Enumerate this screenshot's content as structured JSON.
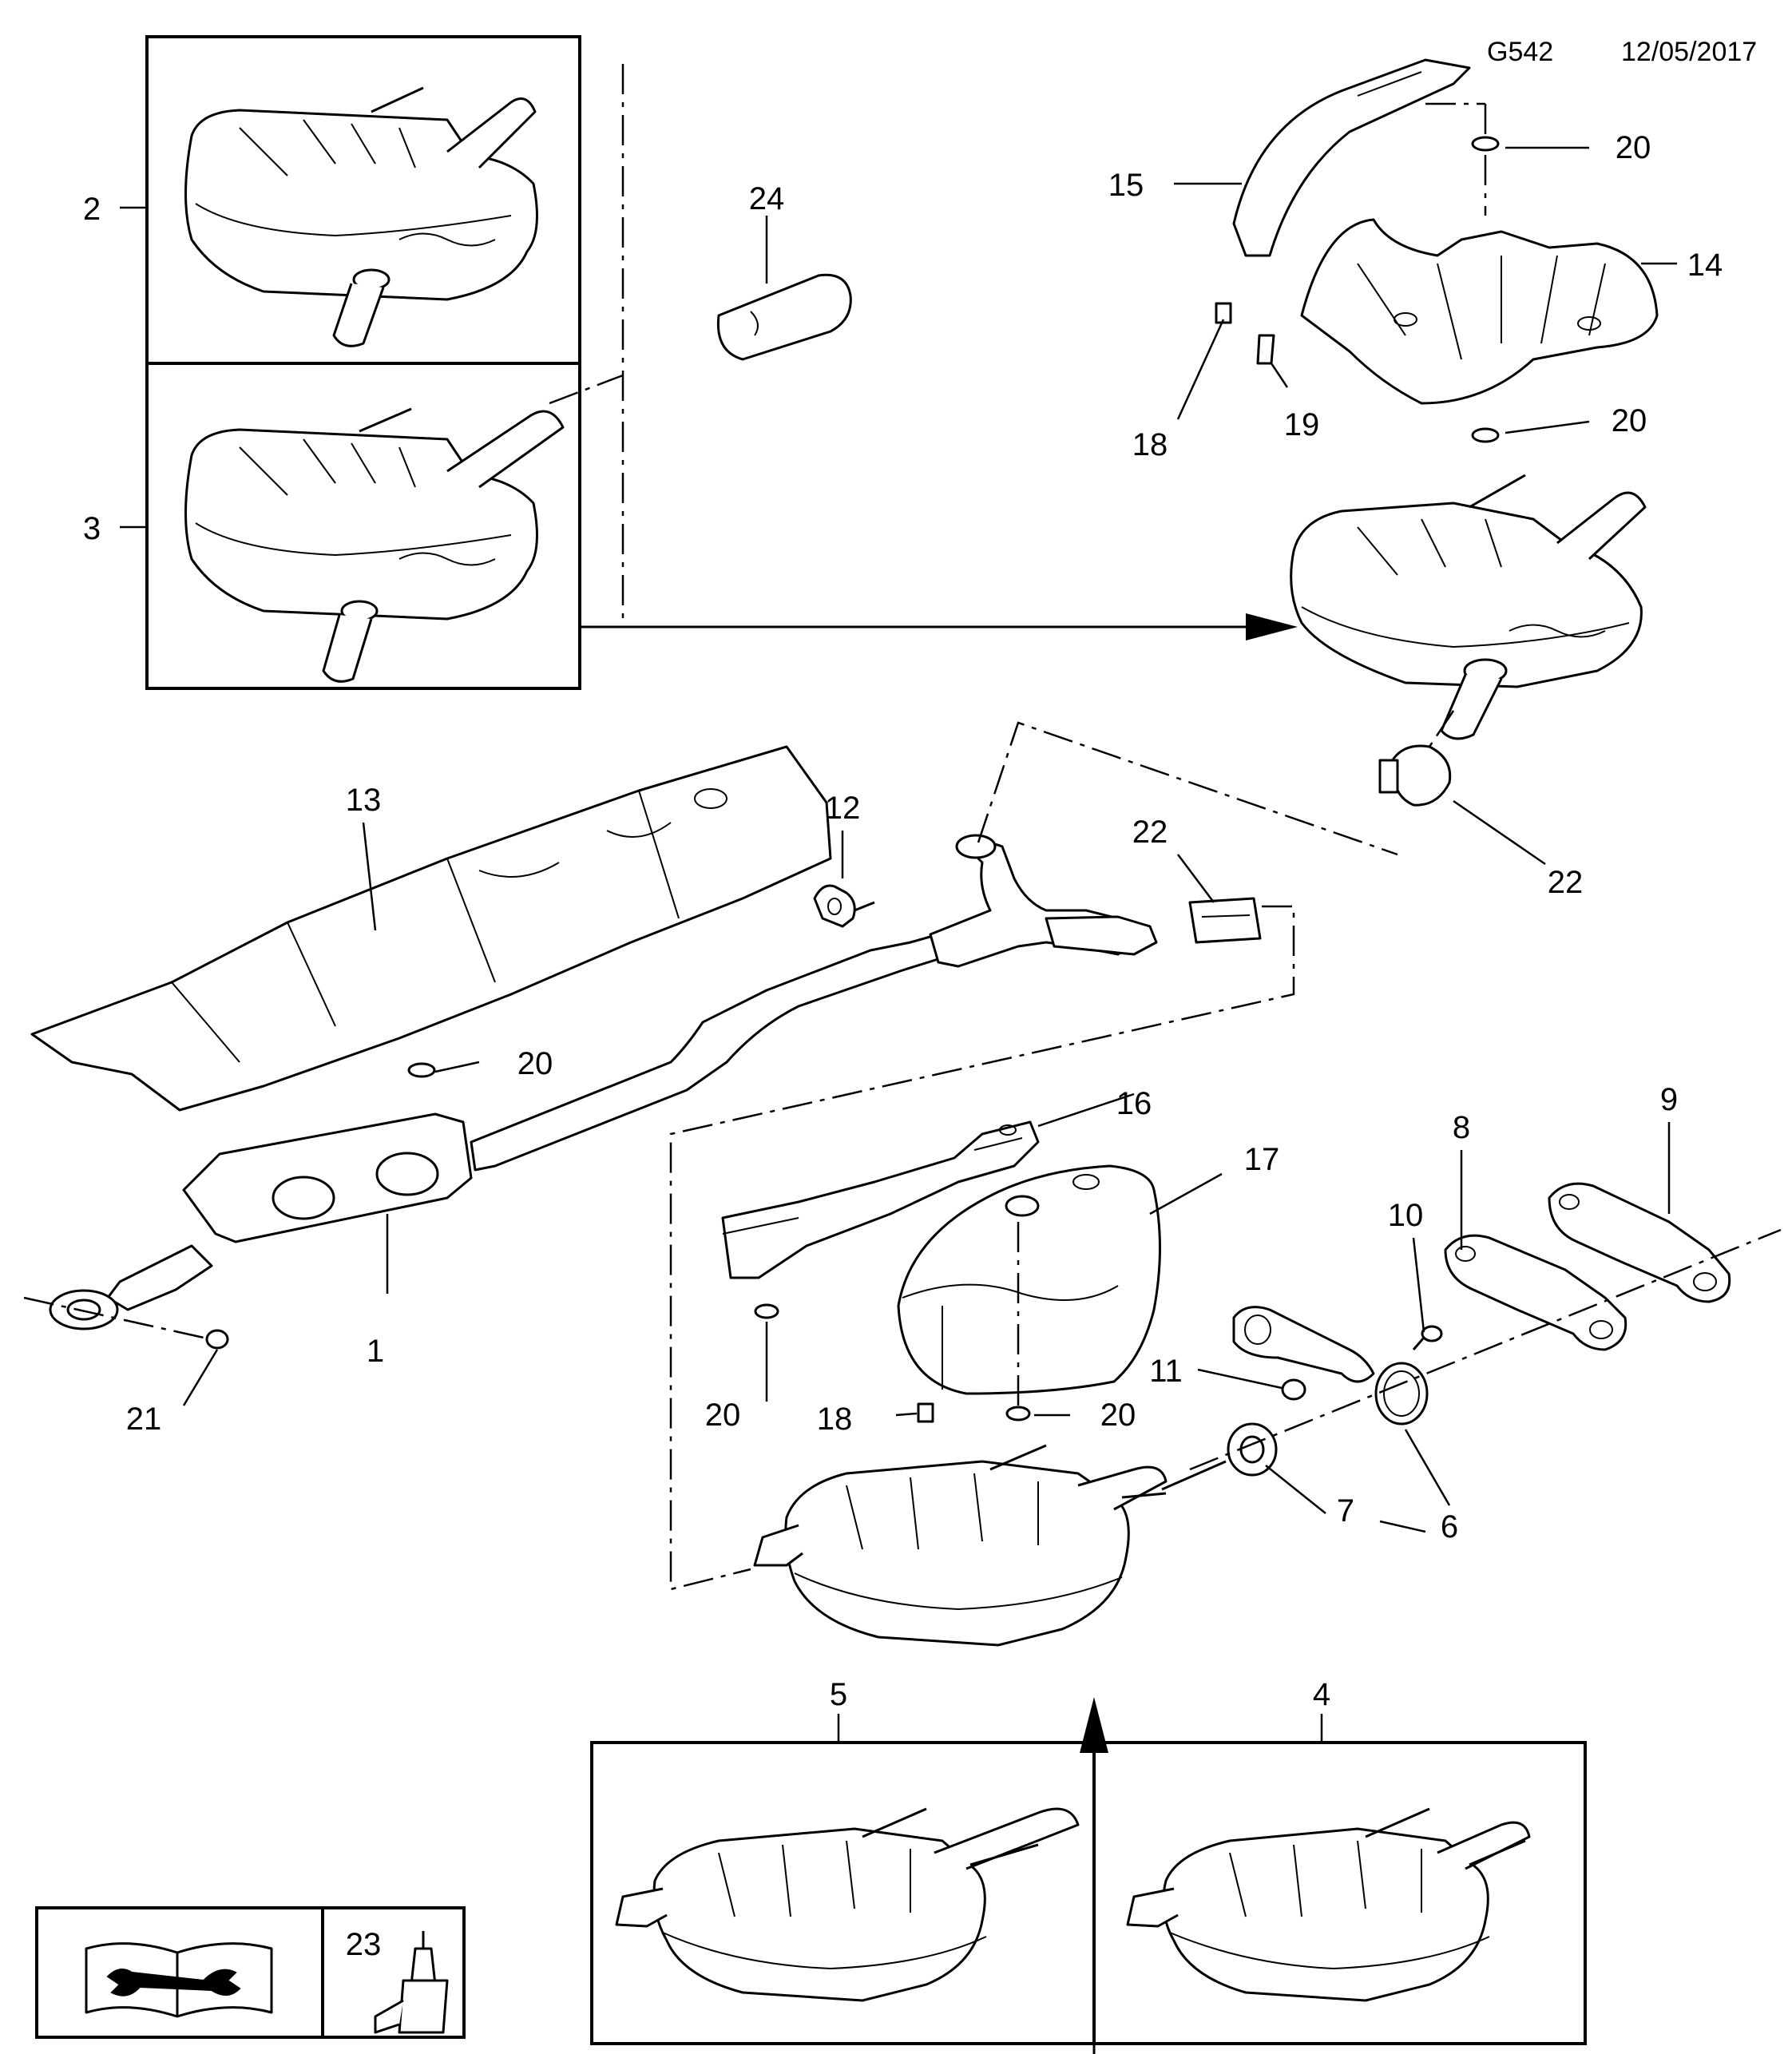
{
  "header": {
    "code": "G542",
    "date": "12/05/2017"
  },
  "callouts": [
    "1",
    "2",
    "3",
    "4",
    "5",
    "6",
    "7",
    "8",
    "9",
    "10",
    "11",
    "12",
    "13",
    "14",
    "15",
    "16",
    "17",
    "18",
    "19",
    "20",
    "21",
    "22",
    "23",
    "24"
  ]
}
